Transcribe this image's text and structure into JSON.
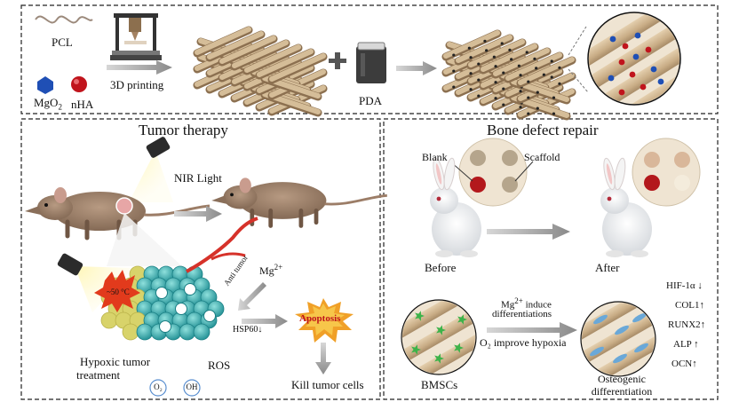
{
  "top_panel": {
    "pcl": "PCL",
    "mgo2_label": "MgO",
    "mgo2_sub": "2",
    "nha": "nHA",
    "printing": "3D printing",
    "pda": "PDA"
  },
  "tumor_panel": {
    "title": "Tumor therapy",
    "nir": "NIR Light",
    "temp": "~50 °C",
    "anti_tumor": "Anti tumor",
    "mg_label": "Mg",
    "mg_sup": "2+",
    "hsp": "HSP60↓",
    "apoptosis": "Apoptosis",
    "hypoxic_line1": "Hypoxic tumor",
    "hypoxic_line2": "treatment",
    "ros": "ROS",
    "kill": "Kill tumor cells",
    "o2": "O₂",
    "oh": "OH"
  },
  "bone_panel": {
    "title": "Bone defect repair",
    "blank": "Blank",
    "scaffold": "Scaffold",
    "before": "Before",
    "after": "After",
    "mg_induce_pre": "Mg",
    "mg_induce_sup": "2+",
    "mg_induce_post": " induce",
    "differentiations": "differentiations",
    "o2_hypoxia": "O₂ improve hypoxia",
    "bmscs": "BMSCs",
    "osteo_line1": "Osteogenic",
    "osteo_line2": "differentiation",
    "markers": [
      "HIF-1α ↓",
      "COL1↑",
      "RUNX2↑",
      "ALP ↑",
      "OCN↑"
    ]
  },
  "colors": {
    "rod": "#cdb38f",
    "rod_dark": "#a88c68",
    "mgo2": "#1f4fb5",
    "nha": "#c0141c",
    "cell": "#3fb3b4",
    "flame": "#e23a1c",
    "bmsc": "#3db34a"
  }
}
